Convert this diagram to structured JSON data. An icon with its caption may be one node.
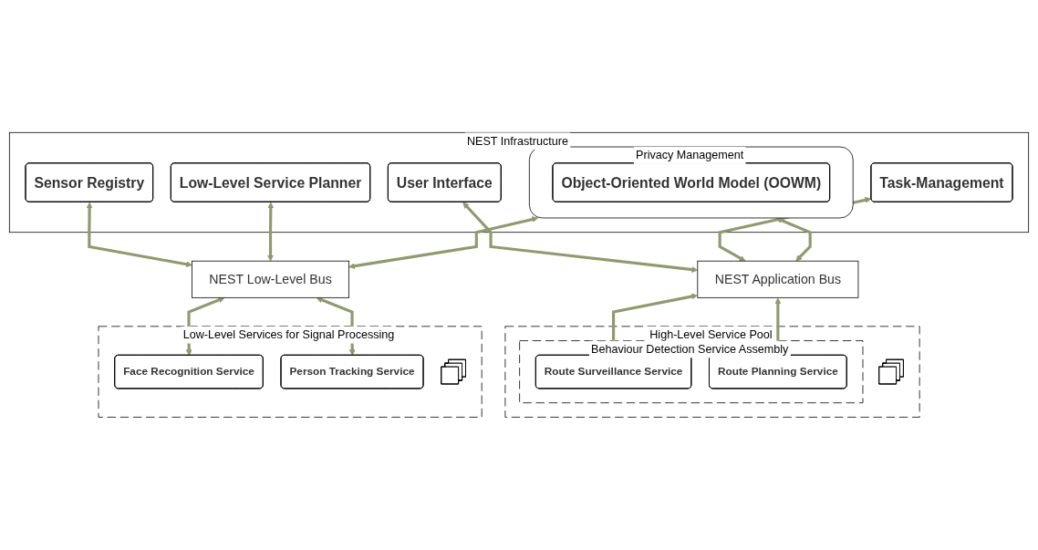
{
  "diagram": {
    "nodes": [
      {
        "text": [
          "NEST Infrastructure"
        ]
      },
      {
        "text": [
          "User Interface"
        ],
        "in": 0
      },
      {
        "text": [
          "Task-Management"
        ],
        "in": 0
      },
      {
        "text": [
          "Privacy Management"
        ],
        "in": 0
      },
      {
        "text": [
          "Object-Oriented World Model (OOWM)"
        ],
        "in": 3
      },
      {
        "text": [
          "Sensor Registry"
        ],
        "in": 0
      },
      {
        "text": [
          "Low-Level Service Planner"
        ],
        "in": 0
      },
      {
        "text": [
          "NEST Application Bus"
        ]
      },
      {
        "text": [
          "NEST Low-Level Bus"
        ]
      },
      {
        "text": [
          "High-Level Service Pool"
        ]
      },
      {
        "text": [
          "Behaviour Detection Service Assembly"
        ],
        "in": 9
      },
      {
        "text": [
          "Route Surveillance Service"
        ],
        "in": 10
      },
      {
        "text": [
          "Route Planning Service"
        ],
        "in": 10
      },
      {
        "text": [],
        "shape": "box",
        "in": 9
      },
      {
        "text": [
          "Low-Level Services for Signal Processing"
        ]
      },
      {
        "text": [
          "Face Recognition Service"
        ],
        "in": 14
      },
      {
        "text": [
          "Person Tracking Service"
        ],
        "in": 14
      },
      {
        "text": [],
        "shape": "box",
        "in": 14
      }
    ],
    "edges": [
      {
        "from": 1,
        "to": 7,
        "arrow": "both"
      },
      {
        "from": 2,
        "to": 7,
        "arrow": "both"
      },
      {
        "from": 3,
        "to": 7,
        "arrow": "both"
      },
      {
        "from": 3,
        "to": 8,
        "arrow": "both"
      },
      {
        "from": 5,
        "to": 8,
        "arrow": "both"
      },
      {
        "from": 6,
        "to": 8,
        "arrow": "both"
      },
      {
        "from": 7,
        "to": 11,
        "arrow": "both"
      },
      {
        "from": 7,
        "to": 12,
        "arrow": "both"
      },
      {
        "from": 8,
        "to": 15,
        "arrow": "both"
      },
      {
        "from": 8,
        "to": 16,
        "arrow": "both"
      }
    ]
  }
}
